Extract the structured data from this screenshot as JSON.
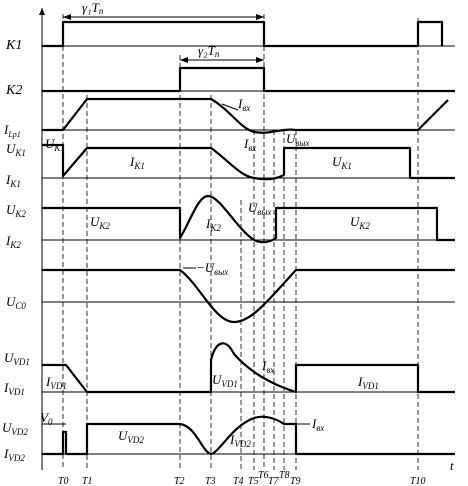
{
  "labels": {
    "k1": "K1",
    "k2": "K2",
    "i_lp1": "I",
    "i_lp1_sub": "Lp1",
    "u_k1_left": "U",
    "u_k1_left_sub": "K1",
    "u_k1_wave": "U",
    "u_k1_wave_sub": "K1",
    "u_k1_right": "U",
    "u_k1_right_sub": "K1",
    "i_k1_axis": "I",
    "i_k1_axis_sub": "K1",
    "i_k1_wave": "I",
    "i_k1_wave_sub": "K1",
    "u_k2_axis": "U",
    "u_k2_axis_sub": "K2",
    "u_k2_wave": "U",
    "u_k2_wave_sub": "K2",
    "u_k2_right": "U",
    "u_k2_right_sub": "K2",
    "i_k2_axis": "I",
    "i_k2_axis_sub": "K2",
    "i_k2_wave": "I",
    "i_k2_wave_sub": "K2",
    "u_c0": "U",
    "u_c0_sub": "C0",
    "u_vd1": "U",
    "u_vd1_sub": "VD1",
    "i_vd1": "I",
    "i_vd1_sub": "VD1",
    "u_vd1_wave": "U",
    "u_vd1_wave_sub": "VD1",
    "i_vd1_right": "I",
    "i_vd1_right_sub": "VD1",
    "u_vd2": "U",
    "u_vd2_sub": "VD2",
    "i_vd2": "I",
    "i_vd2_sub": "VD2",
    "u_vd2_wave": "U",
    "u_vd2_wave_sub": "VD2",
    "i_vd2_wave": "I",
    "i_vd2_wave_sub": "VD2",
    "v0": "V",
    "v0_sub": "0",
    "i_in_1": "I",
    "i_in_1_sub": "вх",
    "i_in_2": "I",
    "i_in_2_sub": "вх",
    "i_in_3": "I",
    "i_in_3_sub": "вх",
    "i_in_4": "I",
    "i_in_4_sub": "вх",
    "u_out_1": "U",
    "u_out_1_sub": "вых",
    "u_out_2": "U",
    "u_out_2_sub": "вых",
    "u_out_3": "−U",
    "u_out_3_sub": "вых",
    "gamma1": "γ₁T",
    "gamma1_sub": "п",
    "gamma2": "γ₂T",
    "gamma2_sub": "п",
    "t_axis": "t"
  },
  "ticks": [
    "T0",
    "T1",
    "T2",
    "T3",
    "T4",
    "T5",
    "T6",
    "T7",
    "T8",
    "T9",
    "T10"
  ]
}
